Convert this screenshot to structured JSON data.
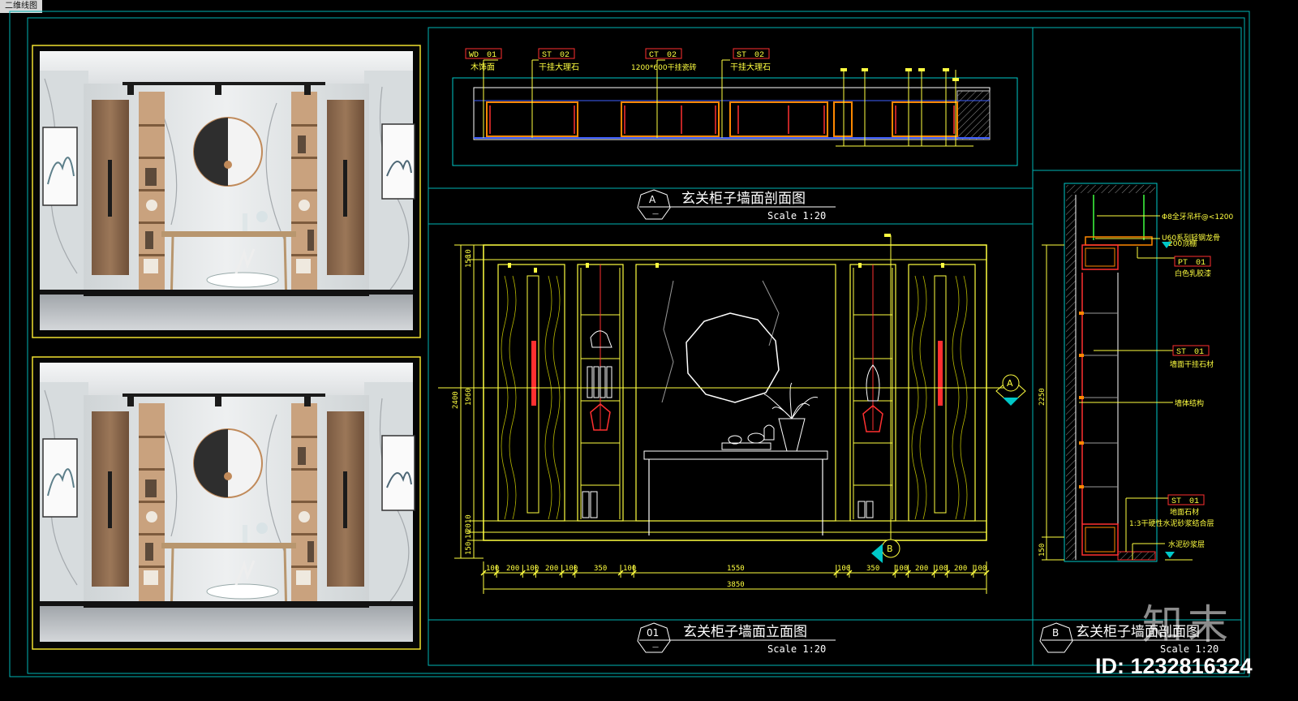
{
  "window_title": "二维线图",
  "colors": {
    "background": "#000000",
    "frame": "#00b4b4",
    "sheet_frame": "#e6e62a",
    "line_yellow": "#ffff40",
    "line_white": "#f0f0f0",
    "line_red": "#ff3030",
    "line_orange": "#ff8800",
    "line_cyan": "#00ffff",
    "line_green": "#40ff40",
    "line_blue": "#4060ff"
  },
  "drawings": {
    "plan_section": {
      "title": "玄关柜子墙面剖面图",
      "scale": "Scale 1:20",
      "ref": "A",
      "tags": [
        {
          "code": "WD",
          "num": "01",
          "desc": "木饰面"
        },
        {
          "code": "ST",
          "num": "02",
          "desc": "干挂大理石"
        },
        {
          "code": "CT",
          "num": "02",
          "desc": "1200*600干挂瓷砖"
        },
        {
          "code": "ST",
          "num": "02",
          "desc": "干挂大理石"
        }
      ]
    },
    "elevation": {
      "title": "玄关柜子墙面立面图",
      "scale": "Scale 1:20",
      "ref": "01",
      "section_markers": [
        "A",
        "B"
      ],
      "dims_bottom": [
        "100",
        "200",
        "100",
        "200",
        "100",
        "350",
        "100",
        "1550",
        "100",
        "350",
        "100",
        "200",
        "100",
        "200",
        "100"
      ],
      "dim_total": "3850",
      "dims_left": [
        "150",
        "10",
        "2010",
        "1960",
        "10",
        "150"
      ],
      "dim_left_total": "2400"
    },
    "side_section": {
      "title": "玄关柜子墙面剖面图",
      "scale": "Scale 1:20",
      "ref": "B",
      "dim_height": "2250",
      "dim_base": "150",
      "notes": [
        "Φ8全牙吊杆@<1200",
        "U60系列轻钢龙骨",
        "200顶棚",
        "白色乳胶漆",
        "墙面干挂石材",
        "墙体结构",
        "地面石材",
        "1:3干硬性水泥砂浆结合层",
        "水泥砂浆层"
      ],
      "tags": [
        {
          "code": "PT",
          "num": "01"
        },
        {
          "code": "ST",
          "num": "01"
        },
        {
          "code": "ST",
          "num": "01"
        }
      ]
    }
  },
  "watermark": {
    "logo": "知末",
    "id_text": "ID: 1232816324"
  }
}
